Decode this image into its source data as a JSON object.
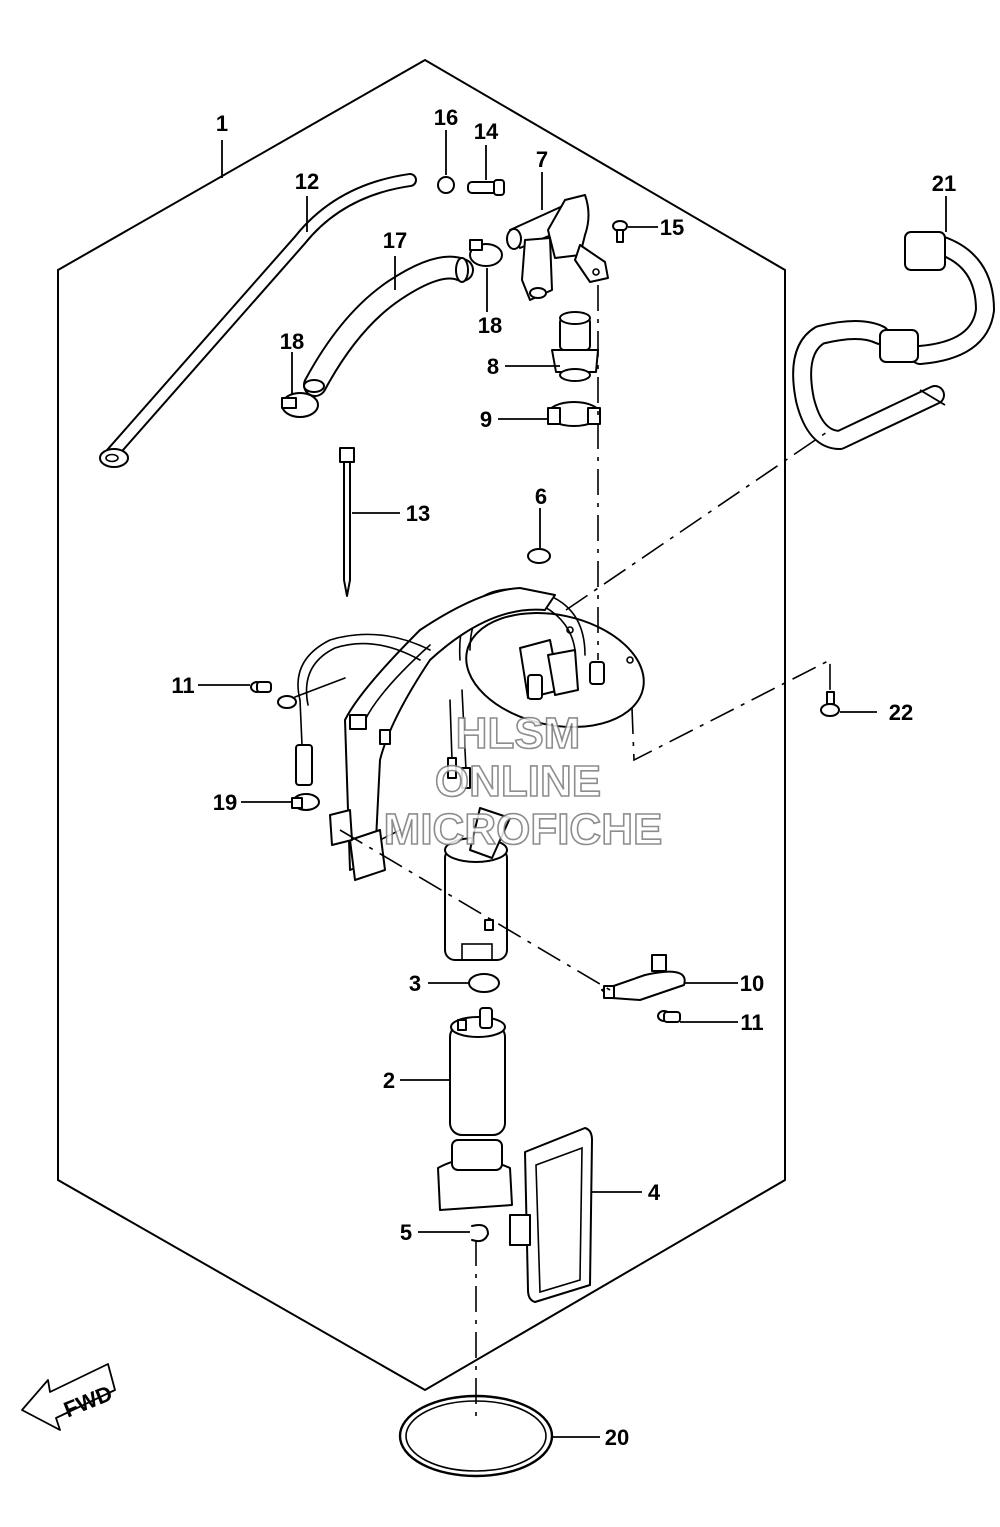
{
  "diagram": {
    "callouts": {
      "c1": "1",
      "c2": "2",
      "c3": "3",
      "c4": "4",
      "c5": "5",
      "c6": "6",
      "c7": "7",
      "c8": "8",
      "c9": "9",
      "c10": "10",
      "c11a": "11",
      "c11b": "11",
      "c12": "12",
      "c13": "13",
      "c14": "14",
      "c15": "15",
      "c16": "16",
      "c17": "17",
      "c18a": "18",
      "c18b": "18",
      "c19": "19",
      "c20": "20",
      "c21": "21",
      "c22": "22"
    },
    "fwd_label": "FWD",
    "watermark": {
      "line1": "HLSM",
      "line2": "ONLINE",
      "line3": "MICROFICHE"
    }
  }
}
